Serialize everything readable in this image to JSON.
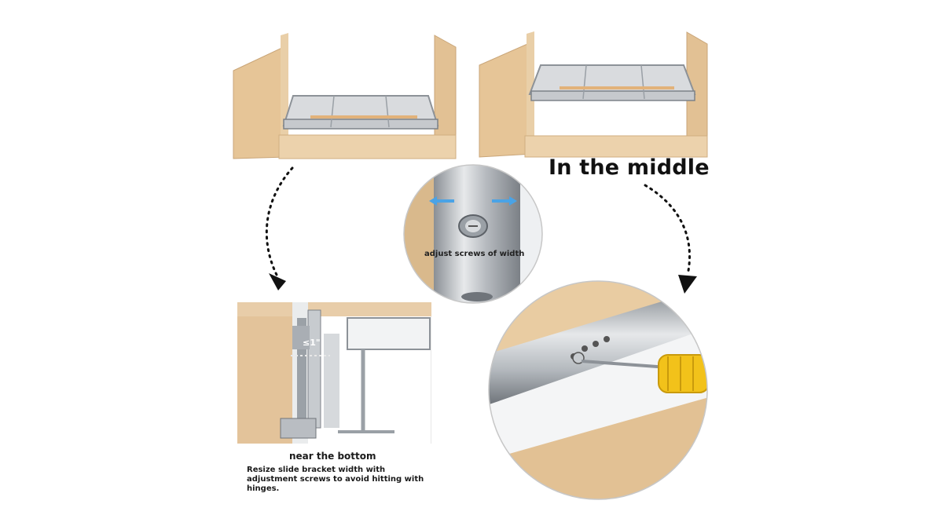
{
  "captions": {
    "in_the_middle": "In the middle",
    "adjust_screws": "adjust screws of width",
    "near_bottom": "near the bottom",
    "resize_text": "Resize slide bracket width with adjustment screws to avoid hitting with hinges.",
    "dimension_mark": "≤1\""
  },
  "colors": {
    "wood": "#e8c9a0",
    "wood_dark": "#d8b488",
    "metal": "#c9ccd0",
    "metal_dark": "#8d9298",
    "handle_yellow": "#f2c21a",
    "arrow_blue": "#4aa3e6",
    "text": "#111111"
  },
  "icons": [
    "cabinet-bottom-illustration",
    "cabinet-middle-illustration",
    "adjust-screw-closeup",
    "slide-bracket-closeup",
    "screwdriver-closeup",
    "dotted-arrow-left",
    "dotted-arrow-right"
  ]
}
